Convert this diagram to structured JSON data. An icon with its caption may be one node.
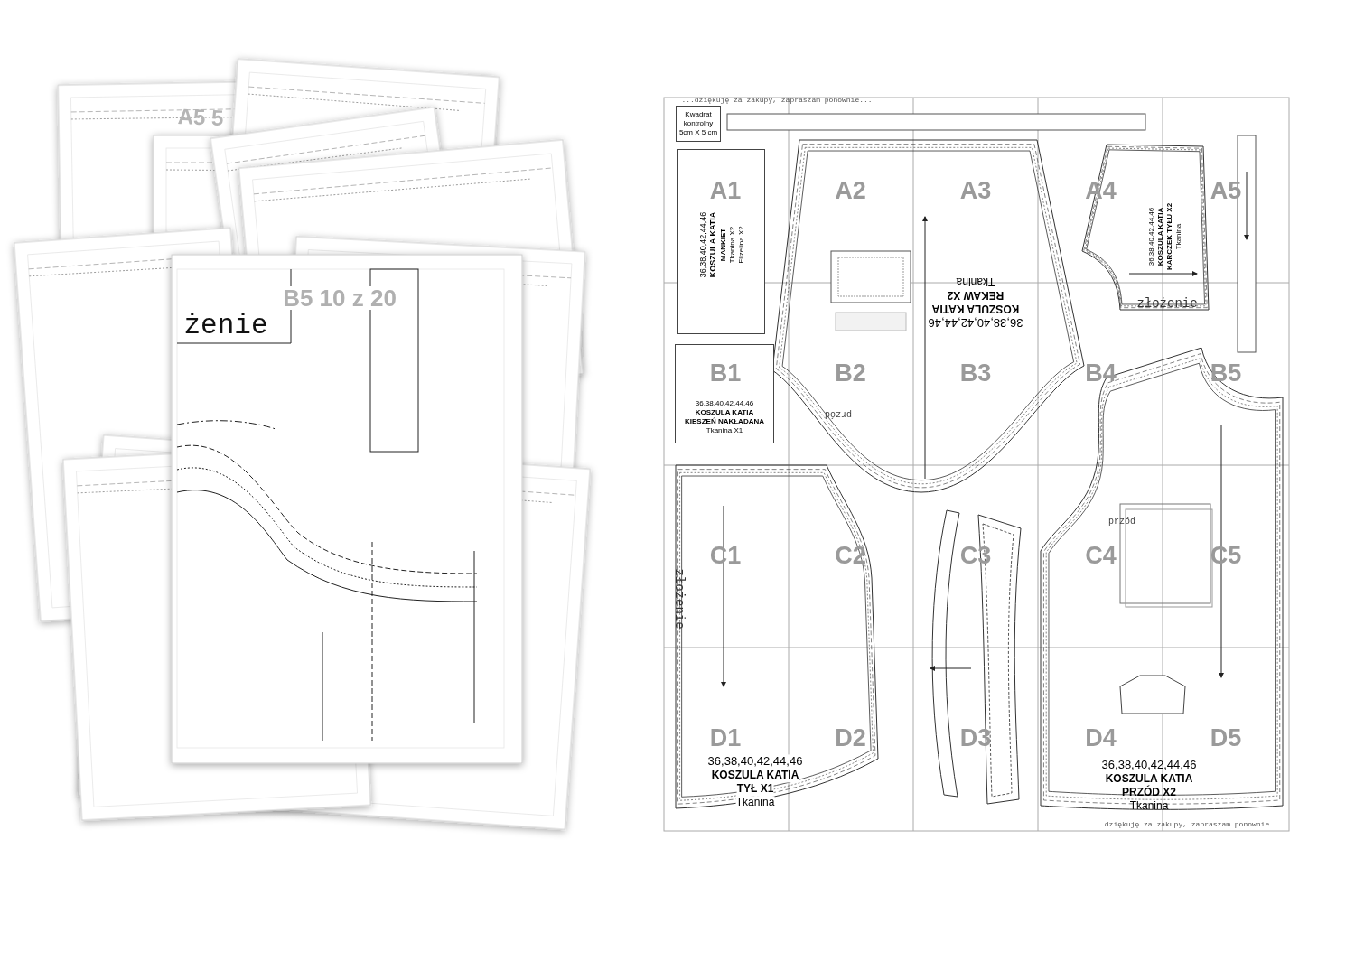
{
  "diagram": {
    "nodes": [
      {
        "text": [
          "Kwadrat kontrolny 5cm X 5 cm"
        ]
      },
      {
        "text": [
          "36,38,40,42,44,46",
          "KOSZULA KATIA",
          "MANKIET",
          "Tkanina X2",
          "Flizelina X2"
        ]
      },
      {
        "text": [
          "36,38,40,42,44,46",
          "KOSZULA KATIA",
          "KIESZEŃ NAKŁADANA",
          "Tkanina X1"
        ]
      }
    ],
    "labels": [
      "A5 5",
      "B5 10 z 20",
      "żenie",
      "...dziękuję za zakupy, zapraszam ponownie...",
      "A1",
      "A2",
      "A3",
      "A4",
      "A5",
      "36,38,40,42,44,46",
      "KOSZULA KATIA",
      "REKAW X2",
      "Tkanina",
      "36,38,40,42,44,46",
      "KOSZULA KATIA",
      "KARCZEK TYŁU X2",
      "Tkanina",
      "złożenie",
      "B1",
      "B2",
      "B3",
      "B4",
      "B5",
      "przód",
      "C1",
      "C2",
      "C3",
      "C4",
      "C5",
      "złożenie",
      "przód",
      "D1",
      "D2",
      "D3",
      "D4",
      "D5",
      "36,38,40,42,44,46",
      "KOSZULA KATIA",
      "TYŁ X1",
      "Tkanina",
      "36,38,40,42,44,46",
      "KOSZULA KATIA",
      "PRZÓD X2",
      "Tkanina",
      "...dziękuję za zakupy, zapraszam ponownie..."
    ]
  }
}
